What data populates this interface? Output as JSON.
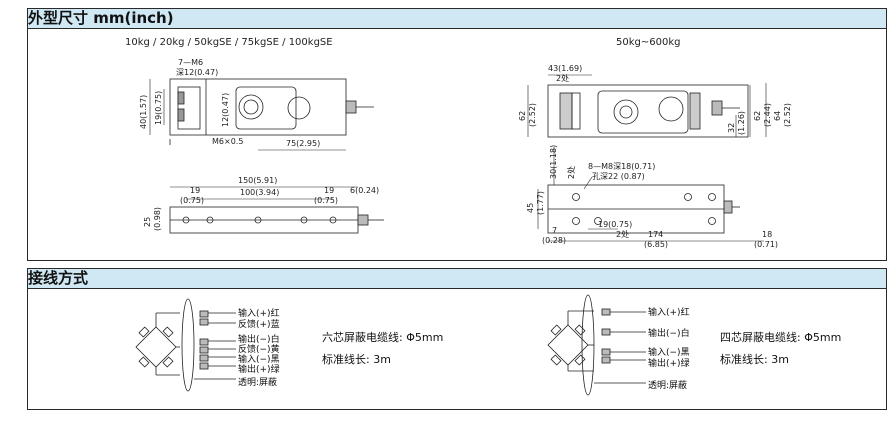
{
  "section1": {
    "title": "外型尺寸 mm(inch)",
    "left": {
      "subtitle": "10kg / 20kg / 50kgSE / 75kgSE / 100kgSE",
      "top_view": {
        "thread": "7—M6",
        "depth": "深12(0.47)",
        "h_overall": "40(1.57)",
        "h_inner": "19(0.75)",
        "h_center": "12(0.47)",
        "thread2": "M6×0.5",
        "len": "75(2.95)"
      },
      "bottom_view": {
        "total": "150(5.91)",
        "inner": "100(3.94)",
        "left_off": "19",
        "left_off_in": "(0.75)",
        "right_off": "19",
        "right_off_in": "(0.75)",
        "end": "6(0.24)",
        "width": "25",
        "width_in": "(0.98)"
      }
    },
    "right": {
      "subtitle": "50kg~600kg",
      "top_view": {
        "offset": "43(1.69)",
        "pos": "2处",
        "h_left": "62",
        "h_left_in": "(2.52)",
        "h_r1": "62",
        "h_r1_in": "(2.44)",
        "h_r2": "64",
        "h_r2_in": "(2.52)",
        "h_small": "32",
        "h_small_in": "(1.26)"
      },
      "bottom_view": {
        "h_top": "30(1.18)",
        "pos": "2处",
        "thread": "8—M8深18(0.71)",
        "hole": "孔深22 (0.87)",
        "h_mid": "45",
        "h_mid_in": "(1.77)",
        "left_end": "7",
        "left_end_in": "(0.28)",
        "hole_off": "19(0.75)",
        "pos2": "2处",
        "len": "174",
        "len_in": "(6.85)",
        "cable": "18",
        "cable_in": "(0.71)"
      }
    }
  },
  "section2": {
    "title": "接线方式",
    "six_wire": {
      "labels": [
        "输入(+)红",
        "反馈(+)蓝",
        "输出(−)白",
        "反馈(−)黄",
        "输入(−)黑",
        "输出(+)绿",
        "透明:屏蔽"
      ],
      "spec": "六芯屏蔽电缆线: Φ5mm",
      "length": "标准线长: 3m"
    },
    "four_wire": {
      "labels": [
        "输入(+)红",
        "输出(−)白",
        "输入(−)黑",
        "输出(+)绿",
        "透明:屏蔽"
      ],
      "spec": "四芯屏蔽电缆线: Φ5mm",
      "length": "标准线长: 3m"
    }
  },
  "colors": {
    "header_bg": "#cfe8f4",
    "line": "#222222"
  }
}
